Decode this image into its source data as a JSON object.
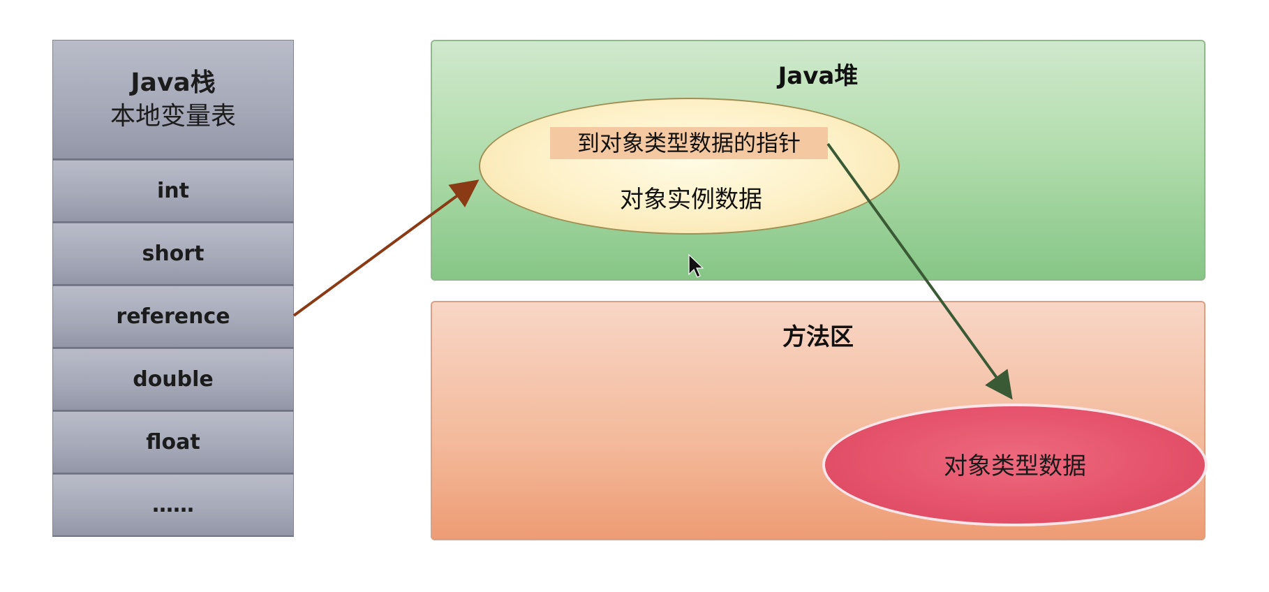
{
  "stack": {
    "header_line1": "Java栈",
    "header_line2": "本地变量表",
    "rows": [
      "int",
      "short",
      "reference",
      "double",
      "float",
      "……"
    ]
  },
  "heap": {
    "title": "Java堆",
    "pointer_label": "到对象类型数据的指针",
    "instance_label": "对象实例数据"
  },
  "method_area": {
    "title": "方法区",
    "type_label": "对象类型数据"
  },
  "colors": {
    "reference_arrow": "#8a3a14",
    "pointer_arrow": "#3a5a36",
    "heap_fill": "#b3ddae",
    "method_area_fill": "#f3b99a",
    "type_ellipse_fill": "#e4516a"
  }
}
